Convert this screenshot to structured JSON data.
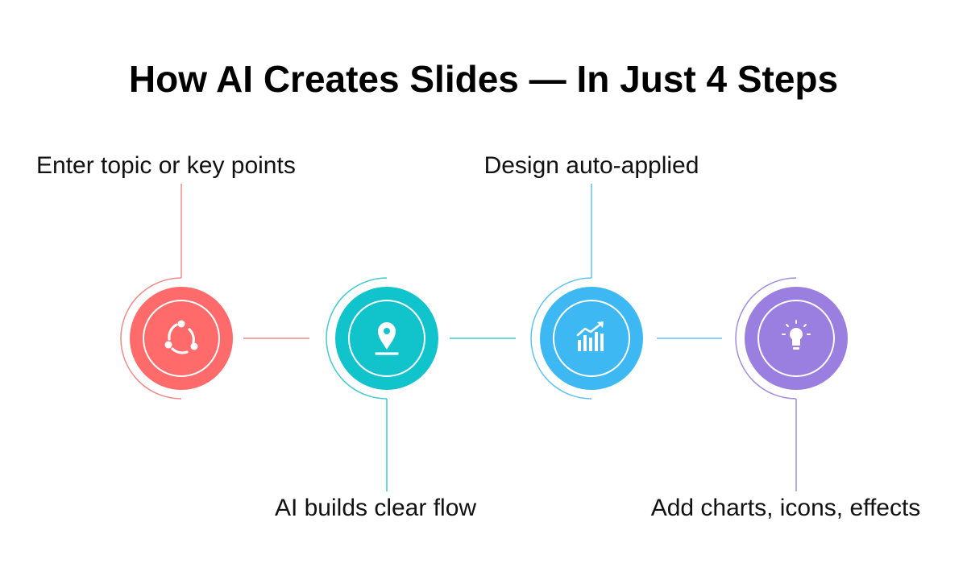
{
  "title": "How AI Creates Slides — In Just 4 Steps",
  "steps": [
    {
      "label": "Enter topic or key points",
      "icon": "share-nodes-icon",
      "color": "#FF6B6B"
    },
    {
      "label": "AI builds clear flow",
      "icon": "location-pin-icon",
      "color": "#11C4CC"
    },
    {
      "label": "Design auto-applied",
      "icon": "bar-chart-growth-icon",
      "color": "#3DB8F2"
    },
    {
      "label": "Add charts, icons, effects",
      "icon": "lightbulb-icon",
      "color": "#9B7FE0"
    }
  ]
}
